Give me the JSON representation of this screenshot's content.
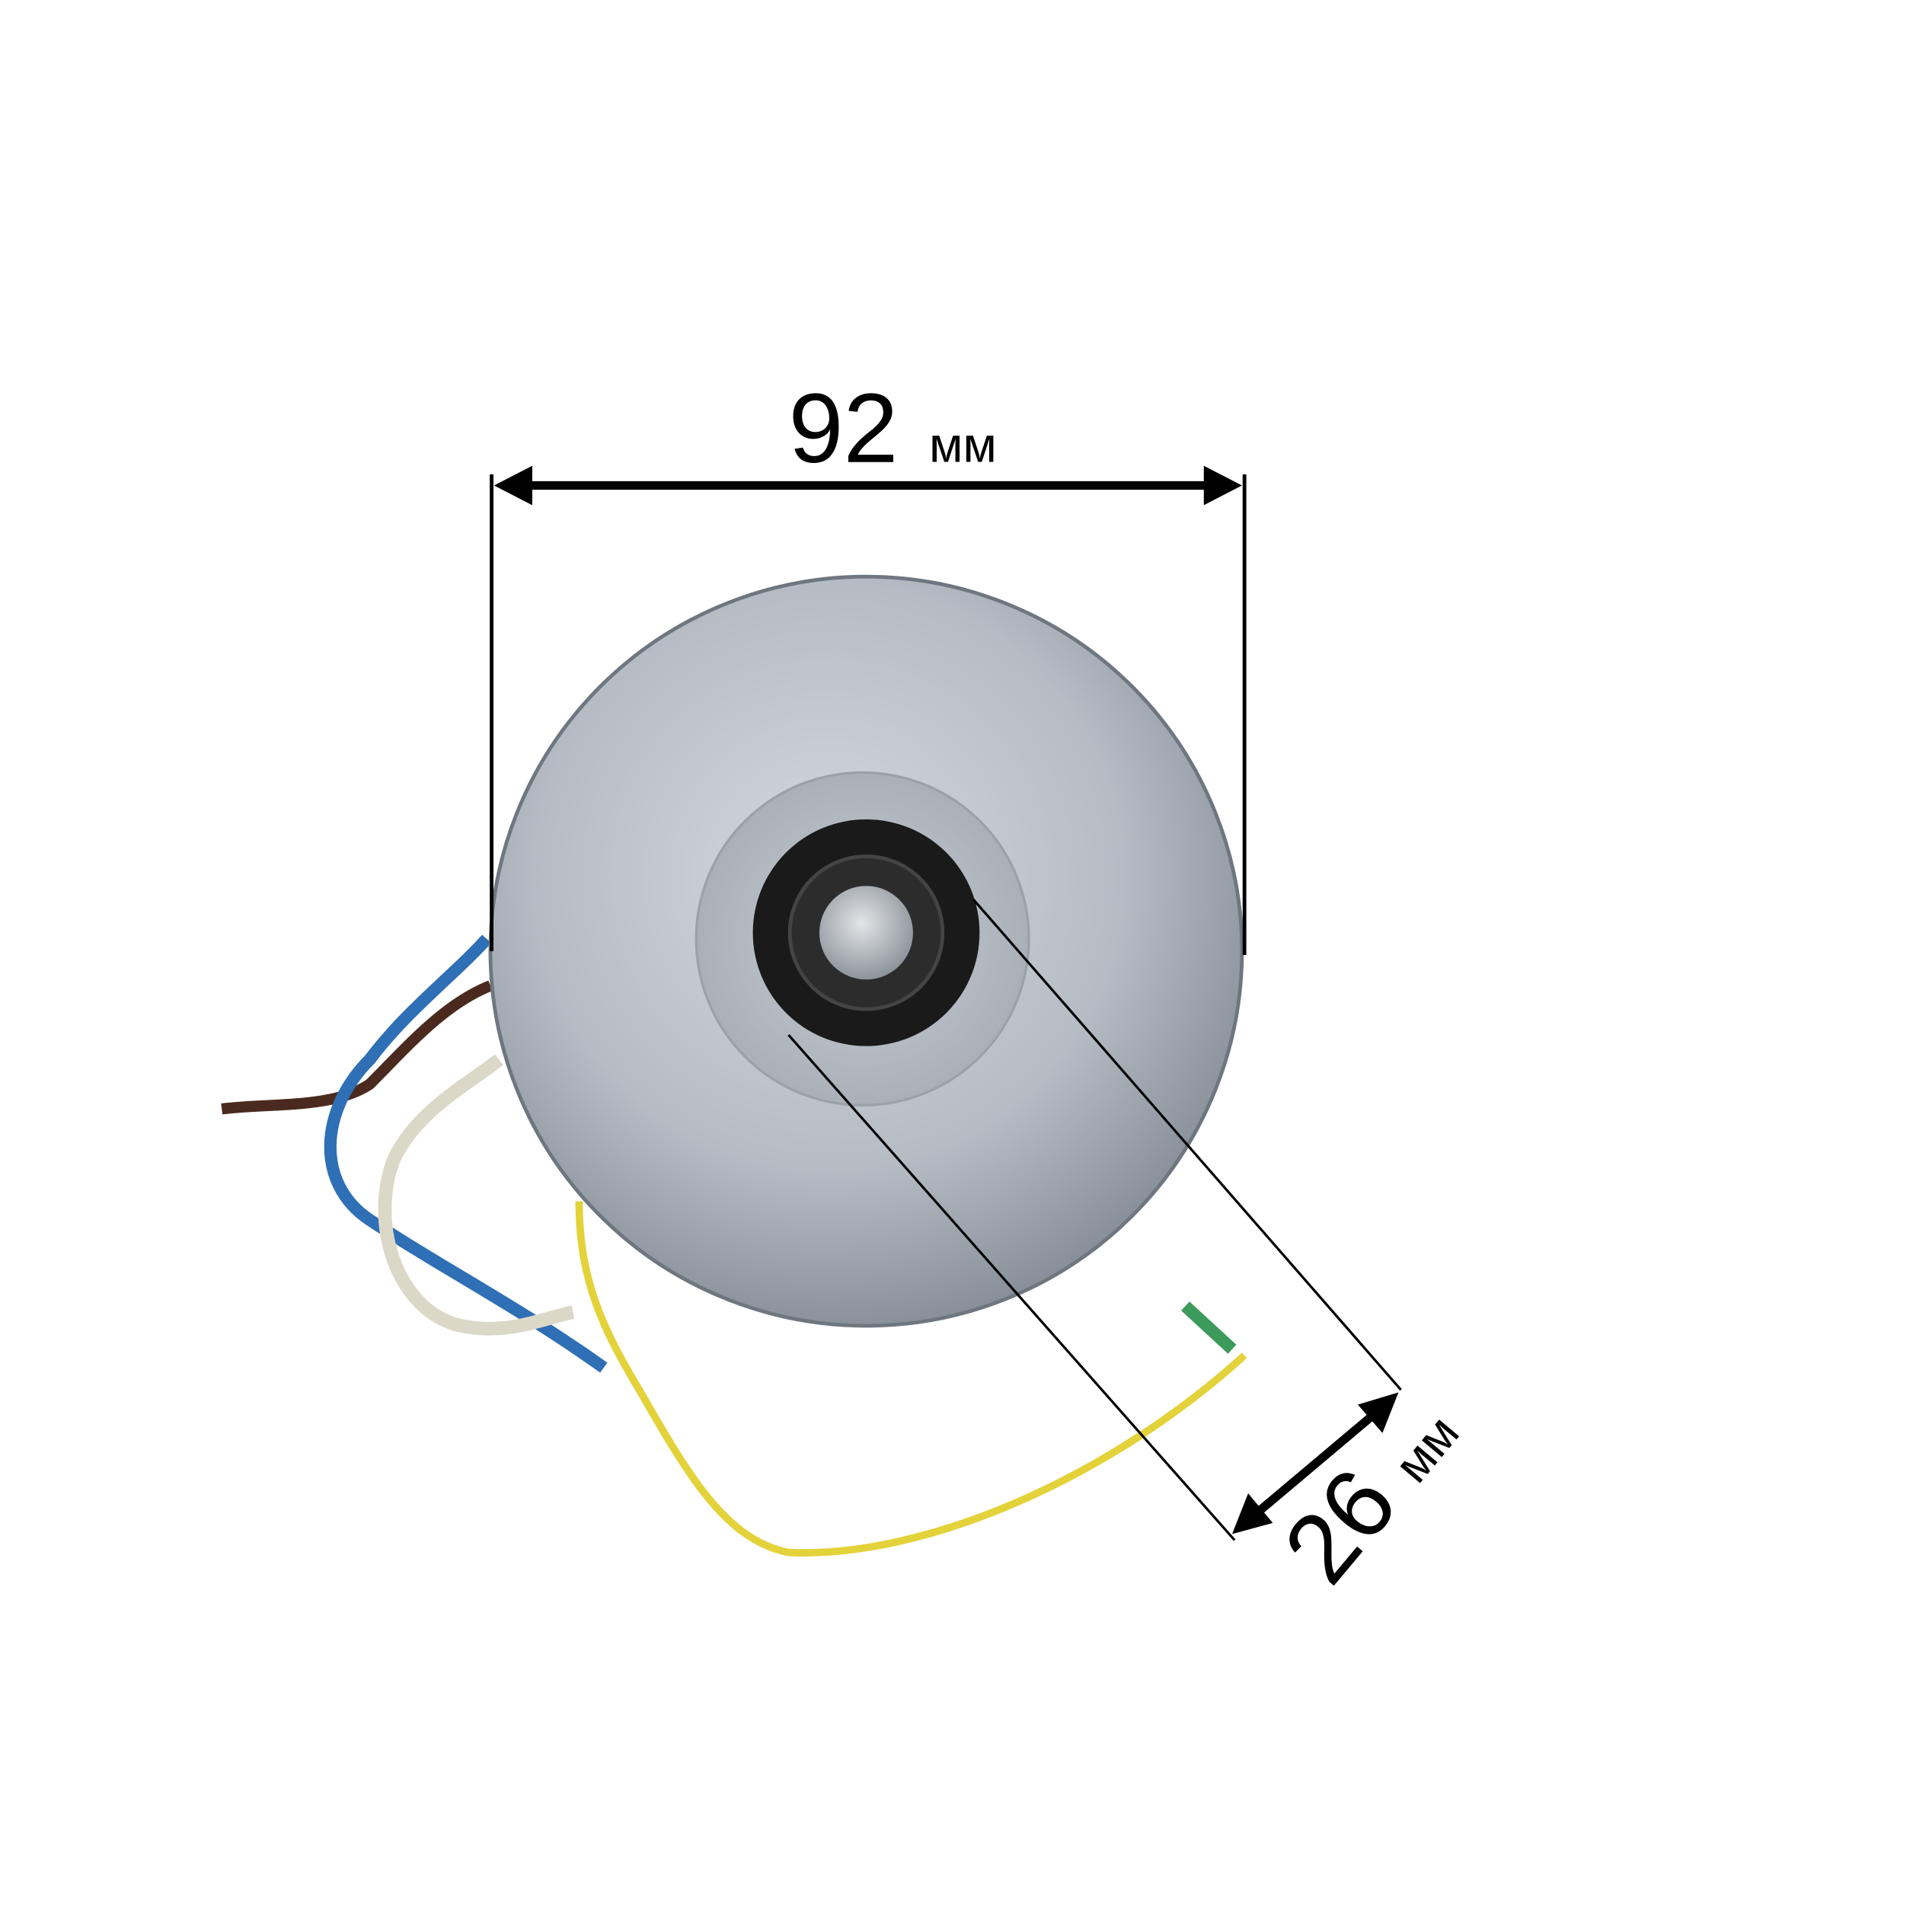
{
  "photo": {
    "subject": "motor",
    "colors": {
      "background": "#ffffff",
      "housing": "#b9bfc6",
      "seal": "#1a1a1a",
      "wire_blue": "#2f6fb5",
      "wire_brown": "#4a2a1e",
      "wire_white": "#dcd8c8",
      "wire_yellow": "#e3d23a",
      "annotation": "#000000"
    }
  },
  "dimensions": {
    "diameter": {
      "value": "92",
      "unit": "мм"
    },
    "hub": {
      "value": "26",
      "unit": "мм"
    }
  }
}
